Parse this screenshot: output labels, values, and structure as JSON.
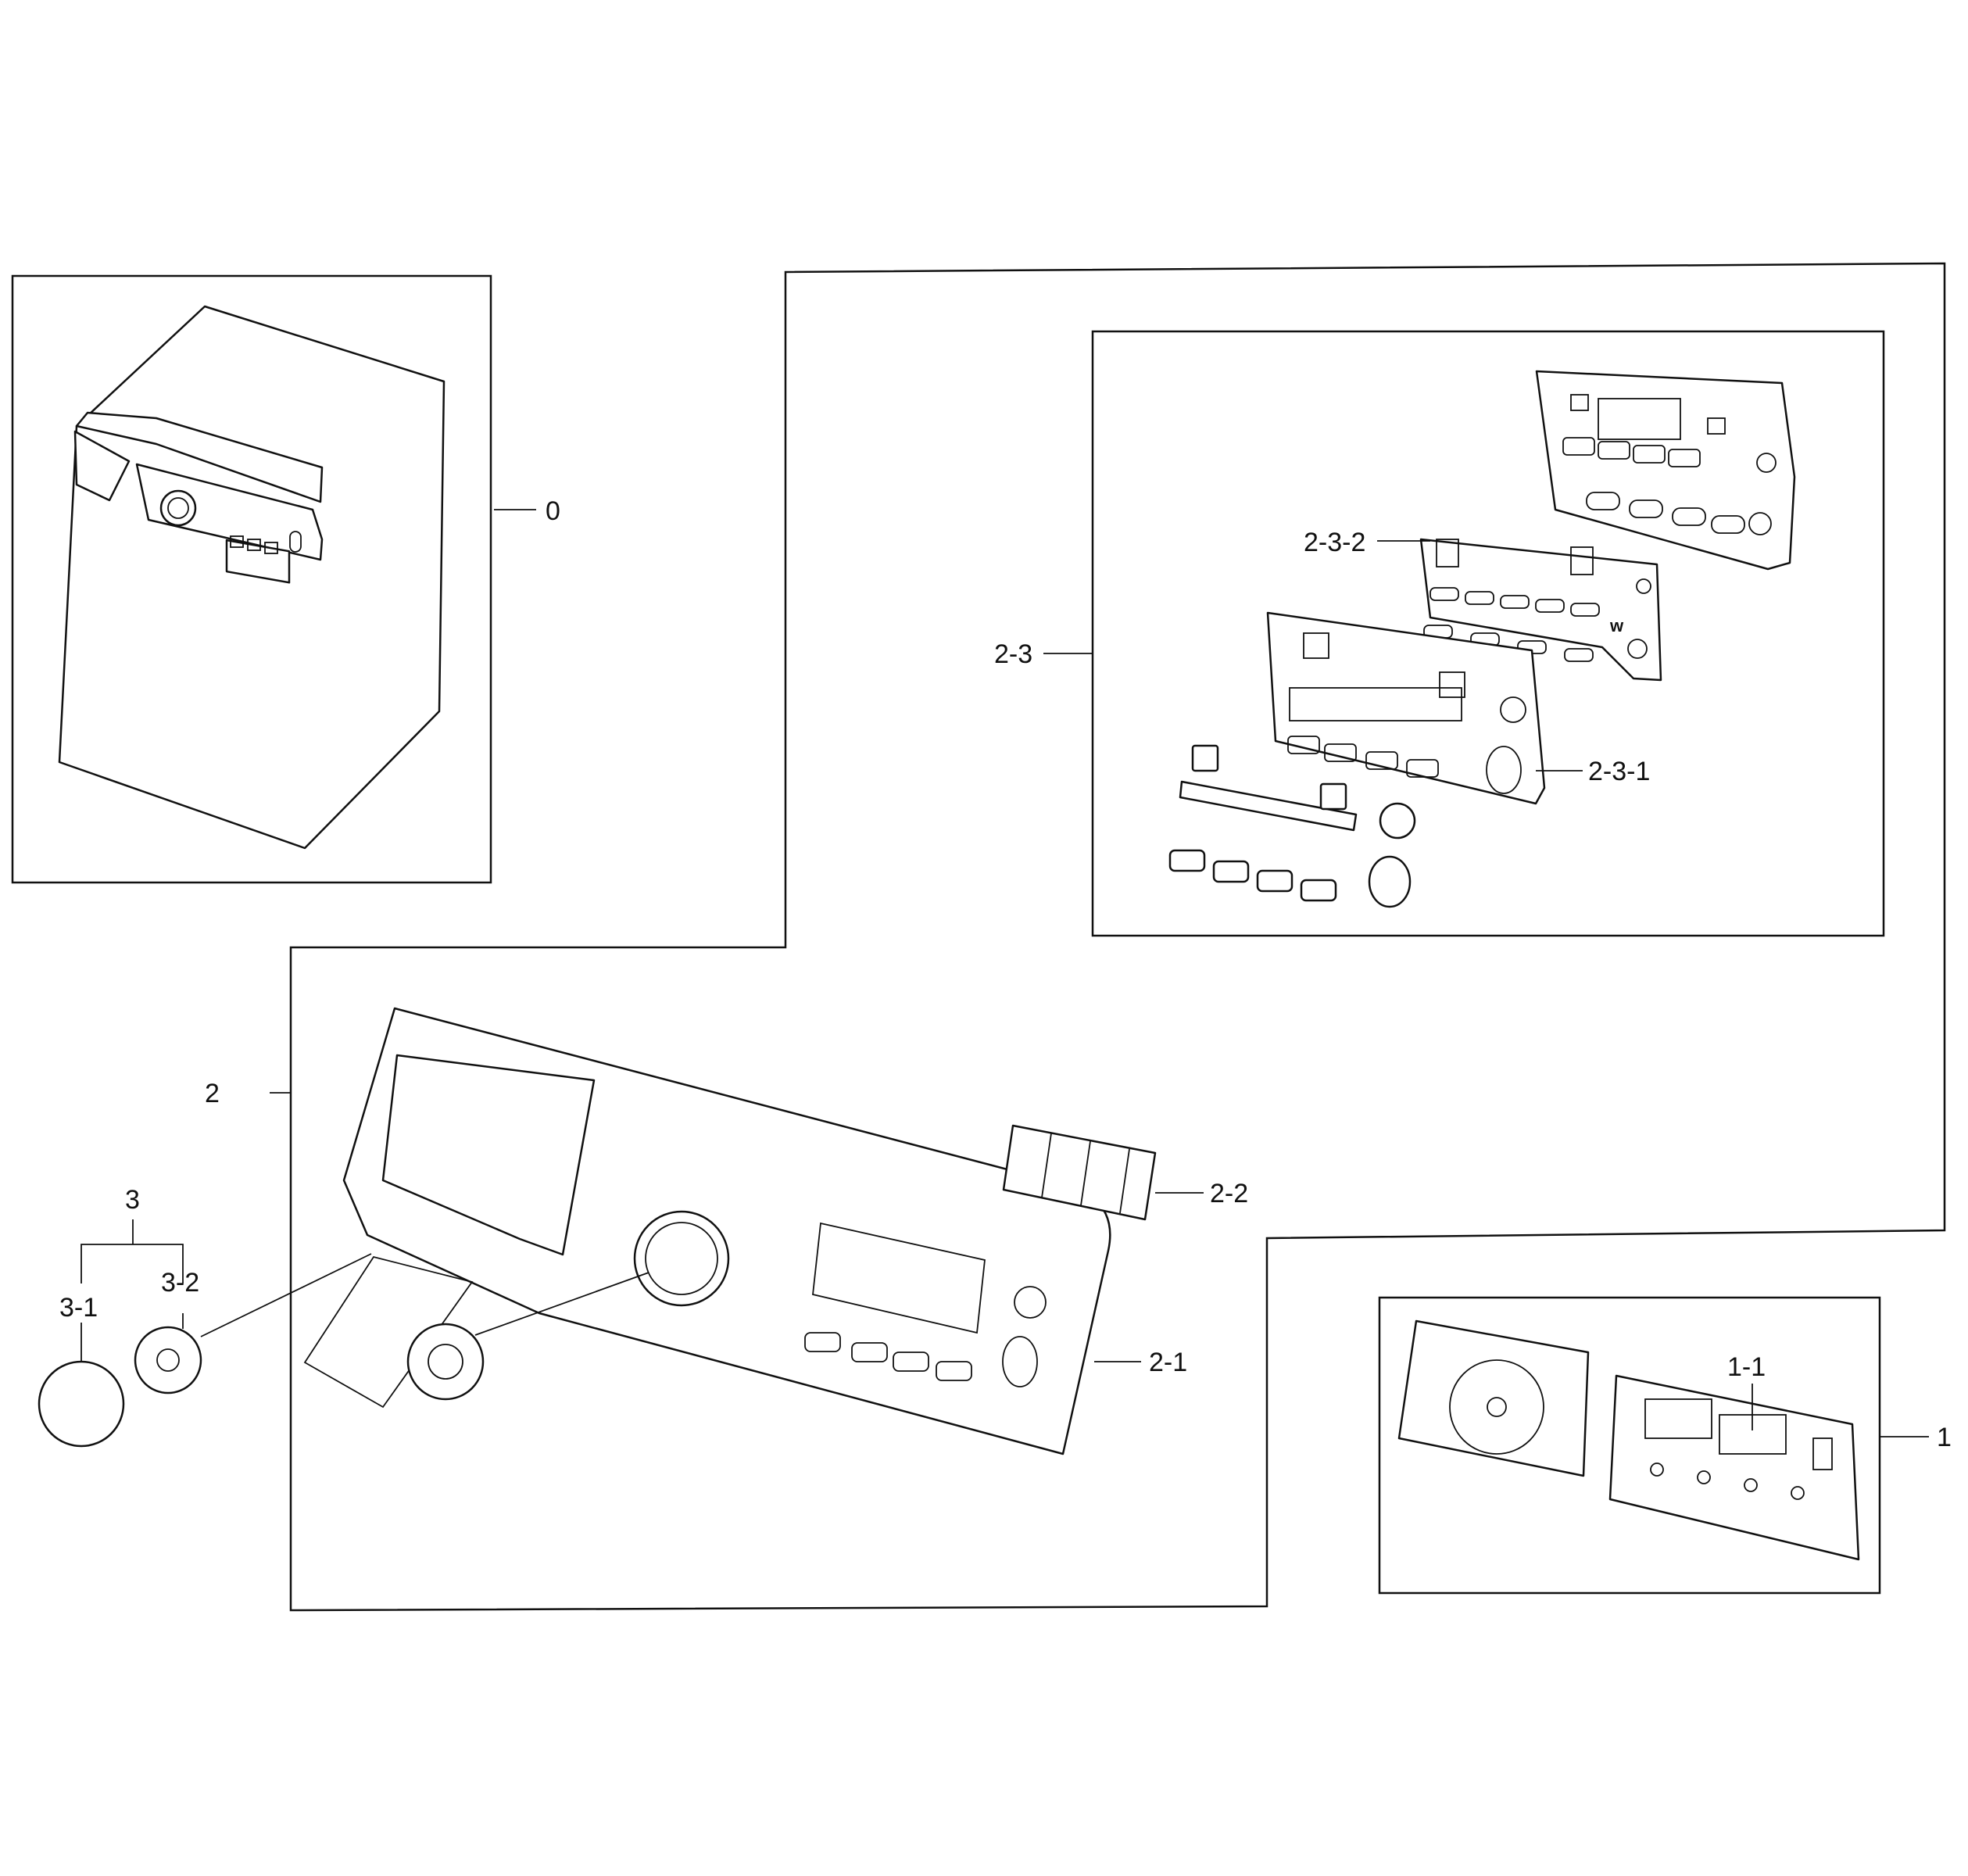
{
  "diagram": {
    "type": "exploded-parts-diagram",
    "callouts": {
      "c0": "0",
      "c1": "1",
      "c1_1": "1-1",
      "c2": "2",
      "c2_1": "2-1",
      "c2_2": "2-2",
      "c2_3": "2-3",
      "c2_3_1": "2-3-1",
      "c2_3_2": "2-3-2",
      "c3": "3",
      "c3_1": "3-1",
      "c3_2": "3-2"
    },
    "panel_glyph": "w"
  }
}
